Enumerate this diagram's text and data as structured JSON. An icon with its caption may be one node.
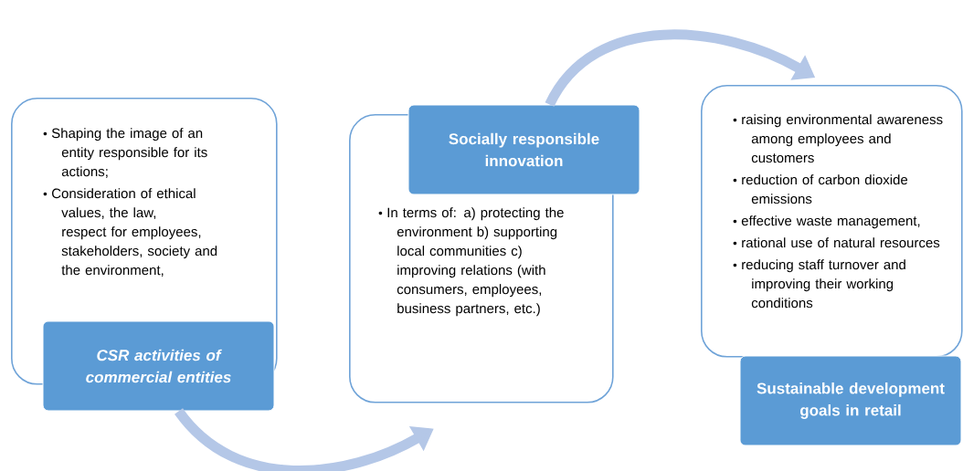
{
  "diagram": {
    "nodes": [
      {
        "text": [
          "Shaping the image of an entity responsible for its actions;",
          "Consideration of ethical values, the law, respect for employees, stakeholders, society and the environment,"
        ]
      },
      {
        "text": [
          "CSR activities of commercial entities"
        ]
      },
      {
        "text": [
          "In terms of: a) protecting the environment b) supporting local communities c) improving relations (with consumers, employees, business partners, etc.)"
        ]
      },
      {
        "text": [
          "Socially responsible innovation"
        ]
      },
      {
        "text": [
          "raising environmental awareness among employees and customers",
          "reduction of carbon dioxide emissions",
          "effective waste management,",
          "rational use of natural resources",
          "reducing staff turnover and improving their working conditions"
        ]
      },
      {
        "text": [
          "Sustainable development goals in retail"
        ]
      }
    ],
    "edges": [
      {
        "from": 1,
        "to": 2,
        "arrow": "to"
      },
      {
        "from": 3,
        "to": 4,
        "arrow": "to"
      }
    ]
  }
}
